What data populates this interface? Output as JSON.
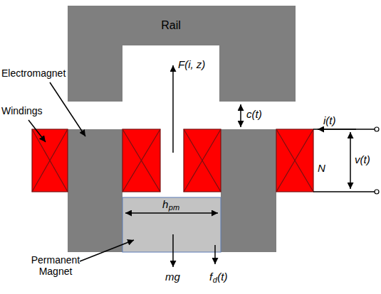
{
  "diagram": {
    "nodes": [
      {
        "text": [
          "Rail"
        ]
      }
    ],
    "labels": [
      "Electromagnet",
      "Windings",
      "Permanent Magnet",
      "F(i, z)",
      "c(t)",
      "i(t)",
      "v(t)",
      "N",
      "h",
      "pm",
      "mg",
      "f",
      "d",
      "(t)"
    ]
  }
}
